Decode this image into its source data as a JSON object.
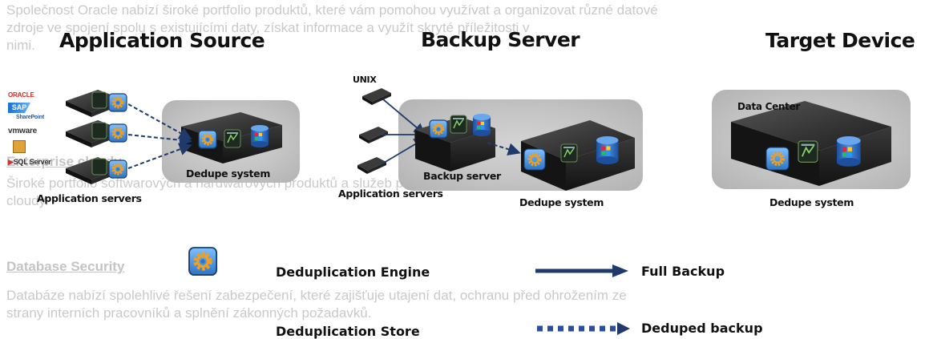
{
  "background_text": {
    "para1_line1": "Společnost Oracle nabízí široké portfolio produktů, které vám pomohou využívat a organizovat různé datové",
    "para1_line2": "zdroje ve spojení spolu s existujícími daty, získat informace a využít skryté příležitosti v",
    "para1_line3": "nimi.",
    "heading2": "Enterprise cloudy",
    "para2_line1": "Široké portfolio softwarových a hardwarových produktů a služeb pro veřejné, soukromé a hybridní",
    "para2_line2": "cloudy.",
    "heading3": "Database Security",
    "para3_line1": "Databáze nabízí spolehlivé řešení zabezpečení, které zajišťuje utajení dat, ochranu před ohrožením ze",
    "para3_line2": "strany interních pracovníků a splnění zákonných požadavků."
  },
  "sections": {
    "application_source": "Application Source",
    "backup_server": "Backup Server",
    "target_device": "Target Device"
  },
  "app_logos": {
    "oracle": "ORACLE",
    "sap": "SAP",
    "sharepoint": "SharePoint",
    "vmware": "vmware",
    "sql": "SQL Server"
  },
  "captions": {
    "app_dedupe": "Dedupe system",
    "app_servers": "Application servers",
    "unix": "UNIX",
    "backup_server": "Backup server",
    "backup_app_servers": "Application servers",
    "backup_dedupe": "Dedupe system",
    "data_center": "Data Center",
    "target_dedupe": "Dedupe system"
  },
  "legend": {
    "dedup_engine": "Deduplication Engine",
    "dedup_store": "Deduplication Store",
    "full_backup": "Full Backup",
    "deduped_backup": "Deduped backup"
  },
  "colors": {
    "arrow": "#1f3a6b",
    "gear_blue": "#3d86d6",
    "gear_orange": "#f0a020",
    "store_blue": "#2b63b5",
    "server_dark": "#2a2a2a"
  },
  "icons": [
    "gear-icon",
    "database-icon",
    "server-icon",
    "arrow-icon"
  ]
}
